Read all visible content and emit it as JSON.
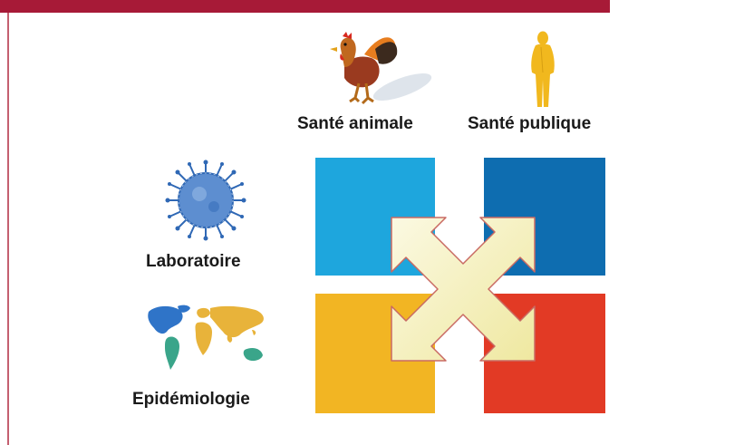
{
  "labels": {
    "animal_health": "Santé animale",
    "public_health": "Santé publique",
    "laboratory": "Laboratoire",
    "epidemiology": "Epidémiologie"
  },
  "icons": {
    "animal_health": "rooster-icon",
    "public_health": "human-figure-icon",
    "laboratory": "virus-icon",
    "epidemiology": "world-map-icon",
    "center": "four-way-arrow-icon"
  },
  "colors": {
    "header_bar": "#a71a37",
    "side_rule": "#c46070",
    "square_top_left": "#1ea6dd",
    "square_top_right": "#0e6db0",
    "square_bottom_left": "#f2b523",
    "square_bottom_right": "#e23a25",
    "arrow_fill": "#f6f2b6",
    "arrow_stroke": "#c96a63",
    "human_figure": "#f1b81e",
    "virus": "#2f68b5"
  }
}
